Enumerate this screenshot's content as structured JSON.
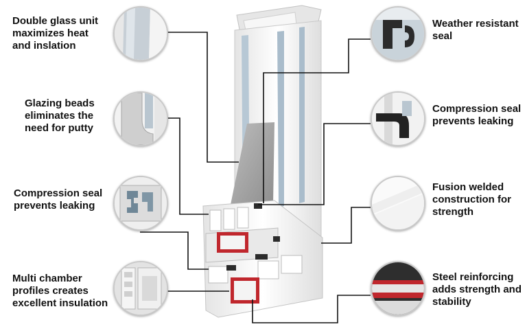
{
  "callouts": [
    {
      "id": "double-glass",
      "lines": [
        "Double glass unit",
        "maximizes heat",
        "and inslation"
      ]
    },
    {
      "id": "glazing-beads",
      "lines": [
        "Glazing beads",
        "eliminates the",
        "need for putty"
      ]
    },
    {
      "id": "compression-seal-left",
      "lines": [
        "Compression seal",
        "prevents leaking"
      ]
    },
    {
      "id": "multi-chamber",
      "lines": [
        "Multi chamber",
        "profiles creates",
        "excellent insulation"
      ]
    },
    {
      "id": "weather-seal",
      "lines": [
        "Weather resistant",
        "seal"
      ]
    },
    {
      "id": "compression-seal-right",
      "lines": [
        "Compression seal",
        "prevents leaking"
      ]
    },
    {
      "id": "fusion-welded",
      "lines": [
        "Fusion welded",
        "construction for",
        "strength"
      ]
    },
    {
      "id": "steel-reinforcing",
      "lines": [
        "Steel reinforcing",
        "adds strength and",
        "stability"
      ]
    }
  ],
  "colors": {
    "text": "#111111",
    "leader": "#111111",
    "pvc": "#f2f2f2",
    "pvc_shade": "#d6d6d6",
    "glass": "#a9bccb",
    "steel_red": "#c0272d",
    "gasket": "#2b2b2b"
  }
}
